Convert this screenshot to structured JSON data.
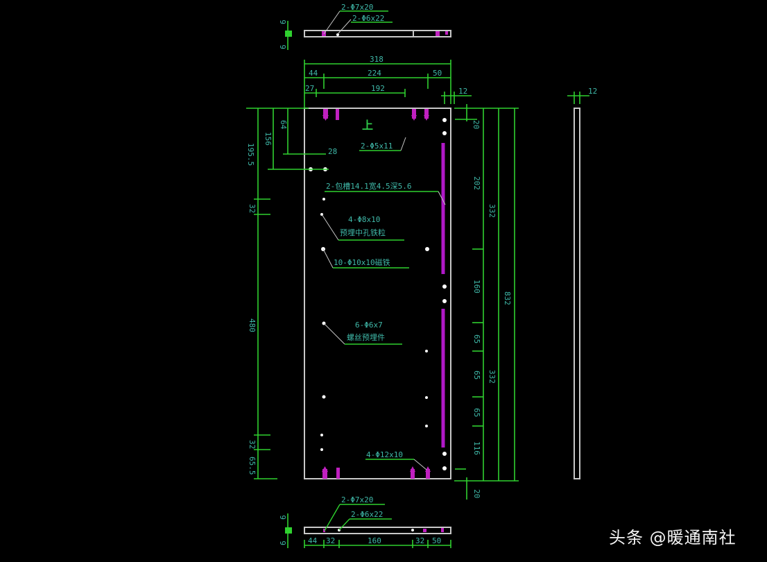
{
  "drawing": {
    "top_view": {
      "labels": [
        "2-Φ7x20",
        "2-Φ6x22"
      ],
      "thickness_dims": [
        "6",
        "6"
      ]
    },
    "overall_dims": {
      "width_total": "318",
      "width_left": "44",
      "width_mid": "224",
      "width_right": "50",
      "sub_left": "27",
      "sub_mid": "192",
      "side_thickness": "12",
      "side_view_thickness": "12"
    },
    "front_view": {
      "orientation_label": "上",
      "annotations": [
        "2-Φ5x11",
        "2-包槽14.1宽4.5深5.6",
        "4-Φ8x10",
        "预埋中孔铁粒",
        "10-Φ10x10磁铁",
        "6-Φ6x7",
        "螺丝预埋件",
        "4-Φ12x10"
      ],
      "left_dims": [
        "28",
        "64",
        "156",
        "195.5",
        "32",
        "480",
        "32",
        "65.5"
      ],
      "right_dims": [
        "20",
        "202",
        "332",
        "160",
        "65",
        "65",
        "332",
        "65",
        "116",
        "20",
        "832"
      ],
      "bottom_dim": "20"
    },
    "bottom_view": {
      "labels": [
        "2-Φ7x20",
        "2-Φ6x22"
      ],
      "dims": [
        "44",
        "32",
        "160",
        "32",
        "50"
      ],
      "thickness_dims": [
        "6",
        "6"
      ]
    }
  },
  "watermark": {
    "text": "头条 @暖通南社"
  }
}
